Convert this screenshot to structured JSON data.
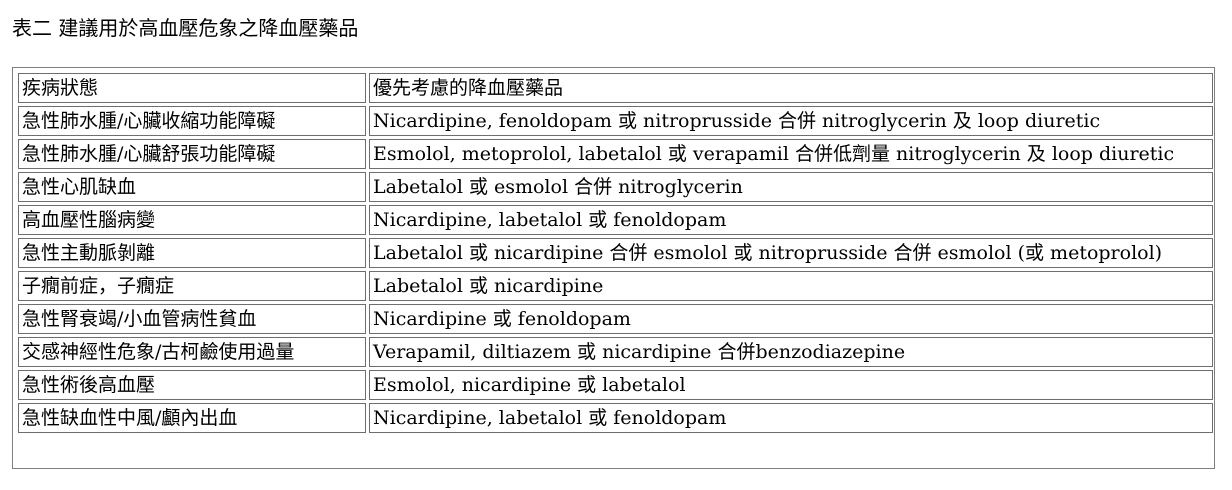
{
  "caption": "表二 建議用於高血壓危象之降血壓藥品",
  "table": {
    "headers": [
      "疾病狀態",
      "優先考慮的降血壓藥品"
    ],
    "rows": [
      [
        "急性肺水腫/心臟收縮功能障礙",
        "Nicardipine, fenoldopam 或 nitroprusside 合併 nitroglycerin 及 loop diuretic"
      ],
      [
        "急性肺水腫/心臟舒張功能障礙",
        "Esmolol, metoprolol, labetalol 或 verapamil 合併低劑量 nitroglycerin 及 loop diuretic"
      ],
      [
        "急性心肌缺血",
        "Labetalol 或 esmolol 合併 nitroglycerin"
      ],
      [
        "高血壓性腦病變",
        "Nicardipine, labetalol 或 fenoldopam"
      ],
      [
        "急性主動脈剝離",
        "Labetalol 或 nicardipine 合併 esmolol 或 nitroprusside 合併 esmolol (或 metoprolol)"
      ],
      [
        "子癇前症，子癇症",
        "Labetalol 或 nicardipine"
      ],
      [
        "急性腎衰竭/小血管病性貧血",
        "Nicardipine 或 fenoldopam"
      ],
      [
        "交感神經性危象/古柯鹼使用過量",
        "Verapamil, diltiazem 或 nicardipine 合併benzodiazepine"
      ],
      [
        "急性術後高血壓",
        "Esmolol, nicardipine 或 labetalol"
      ],
      [
        "急性缺血性中風/顱內出血",
        "Nicardipine, labetalol 或 fenoldopam"
      ]
    ]
  }
}
